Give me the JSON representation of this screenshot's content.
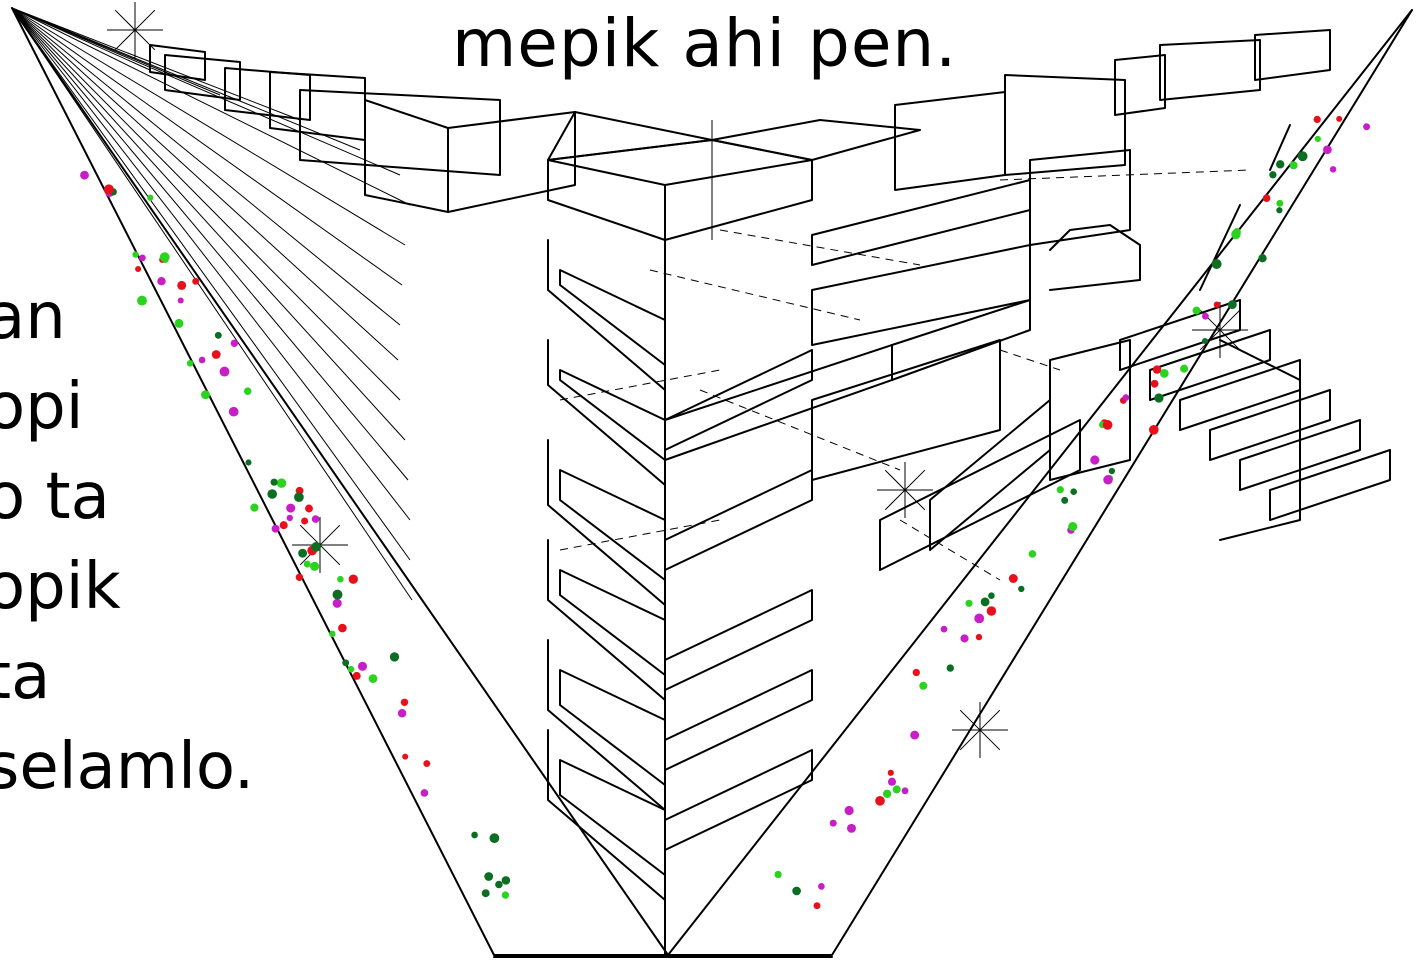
{
  "caption": {
    "title": "mepik ahi pen.",
    "lines": [
      "an",
      "opi",
      "o ta",
      "opik",
      "ta",
      "selamlo."
    ]
  },
  "colors": {
    "ink": "#000000",
    "background": "#ffffff",
    "dot_red": "#e8101a",
    "dot_green": "#2bd21e",
    "dot_magenta": "#c81ec8",
    "dot_dark_green": "#0c6e22"
  }
}
